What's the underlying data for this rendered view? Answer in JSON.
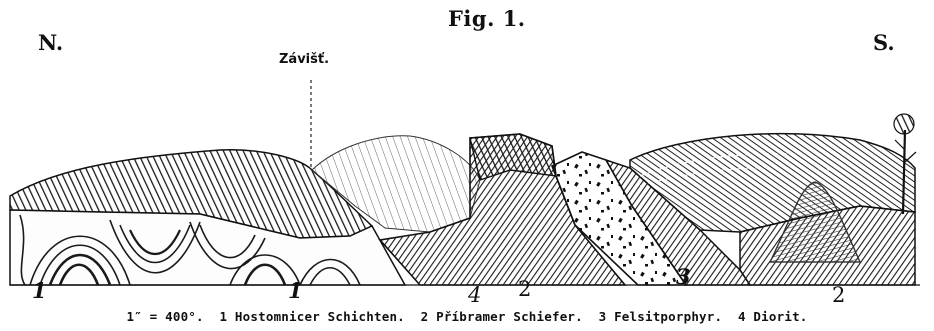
{
  "title": "Fig. 1.",
  "directions": {
    "north": "N.",
    "south": "S."
  },
  "peak_label": "Závišť.",
  "unit_labels": [
    {
      "id": "u1a",
      "text": "1"
    },
    {
      "id": "u1b",
      "text": "1"
    },
    {
      "id": "u4",
      "text": "4"
    },
    {
      "id": "u2a",
      "text": "2"
    },
    {
      "id": "u3",
      "text": "3"
    },
    {
      "id": "u2b",
      "text": "2"
    }
  ],
  "legend": {
    "scale": "1″ = 400°.",
    "items": [
      "1 Hostomnicer Schichten.",
      "2 Příbramer Schiefer.",
      "3 Felsitporphyr.",
      "4 Diorit."
    ]
  },
  "colors": {
    "ink": "#1a1a1a",
    "paper": "#ffffff"
  }
}
